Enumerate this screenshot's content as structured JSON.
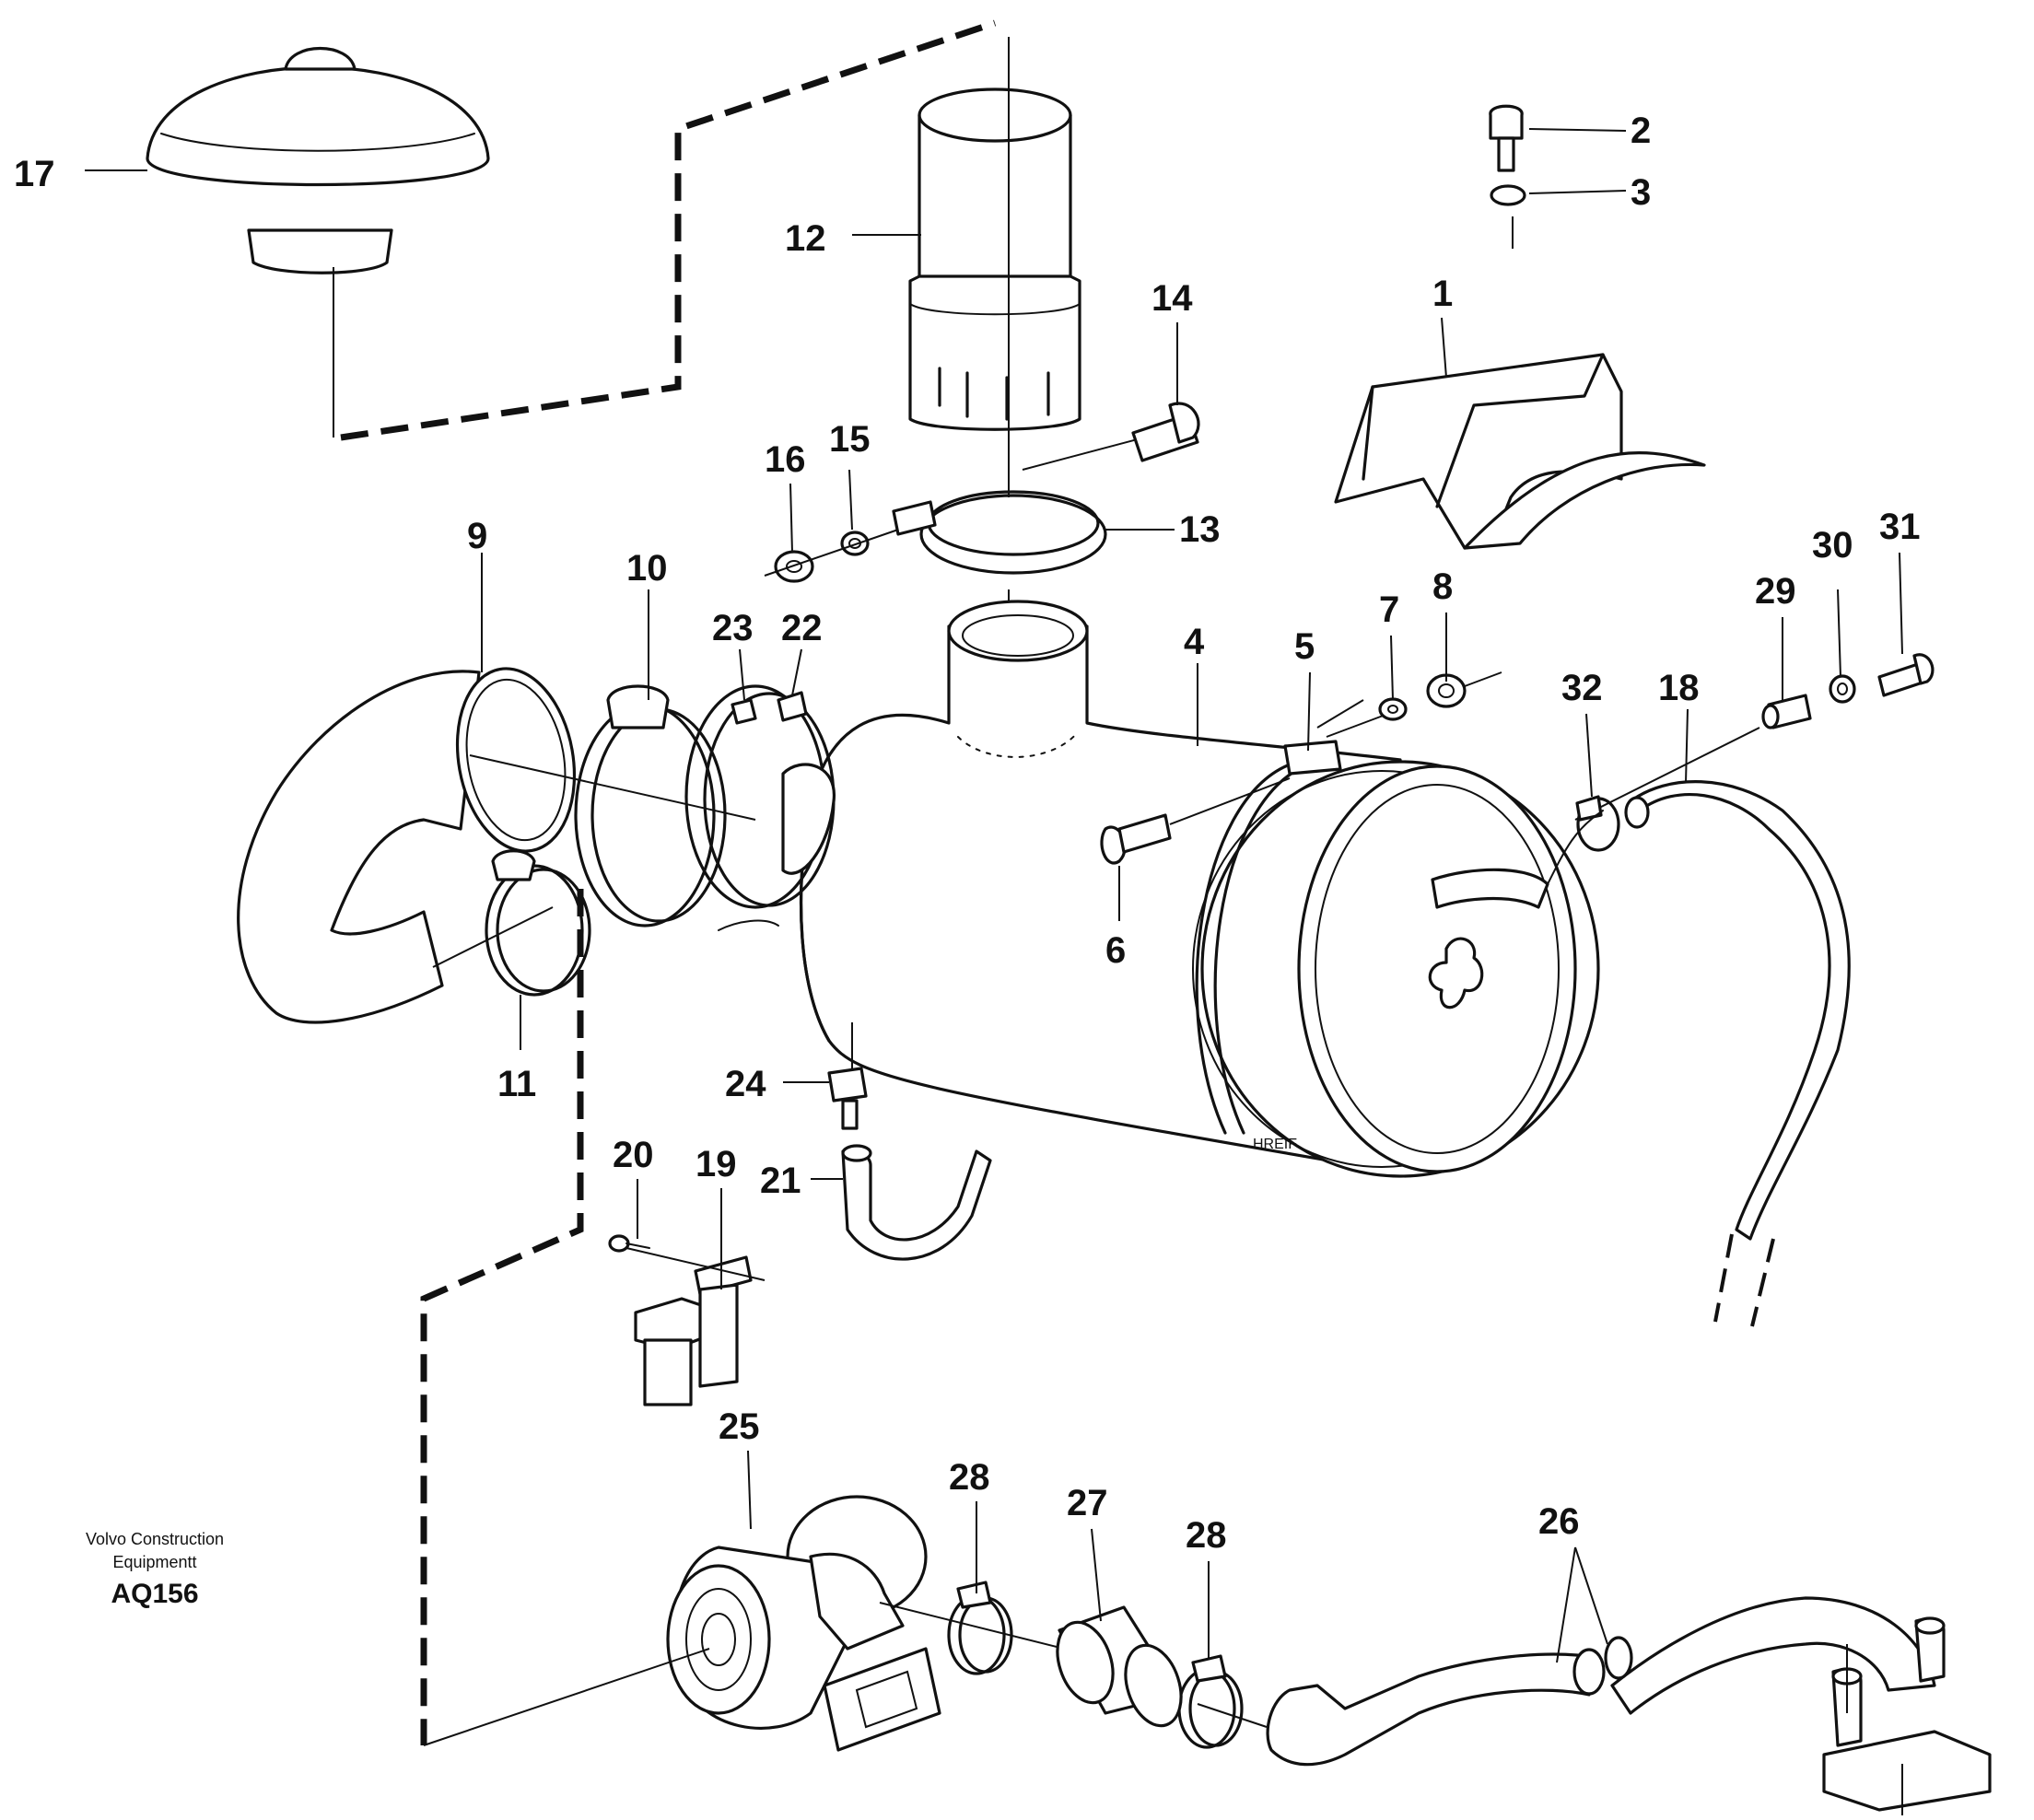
{
  "labels": {
    "l1": "1",
    "l2": "2",
    "l3": "3",
    "l4": "4",
    "l5": "5",
    "l6": "6",
    "l7": "7",
    "l8": "8",
    "l9": "9",
    "l10": "10",
    "l11": "11",
    "l12": "12",
    "l13": "13",
    "l14": "14",
    "l15": "15",
    "l16": "16",
    "l17": "17",
    "l18": "18",
    "l19": "19",
    "l20": "20",
    "l21": "21",
    "l22": "22",
    "l23": "23",
    "l24": "24",
    "l25": "25",
    "l26": "26",
    "l27": "27",
    "l28a": "28",
    "l28b": "28",
    "l29": "29",
    "l30": "30",
    "l31": "31",
    "l32": "32"
  },
  "caption": {
    "line1": "Volvo Construction",
    "line2": "Equipmentt",
    "code": "AQ156"
  },
  "signature": "HREIF"
}
